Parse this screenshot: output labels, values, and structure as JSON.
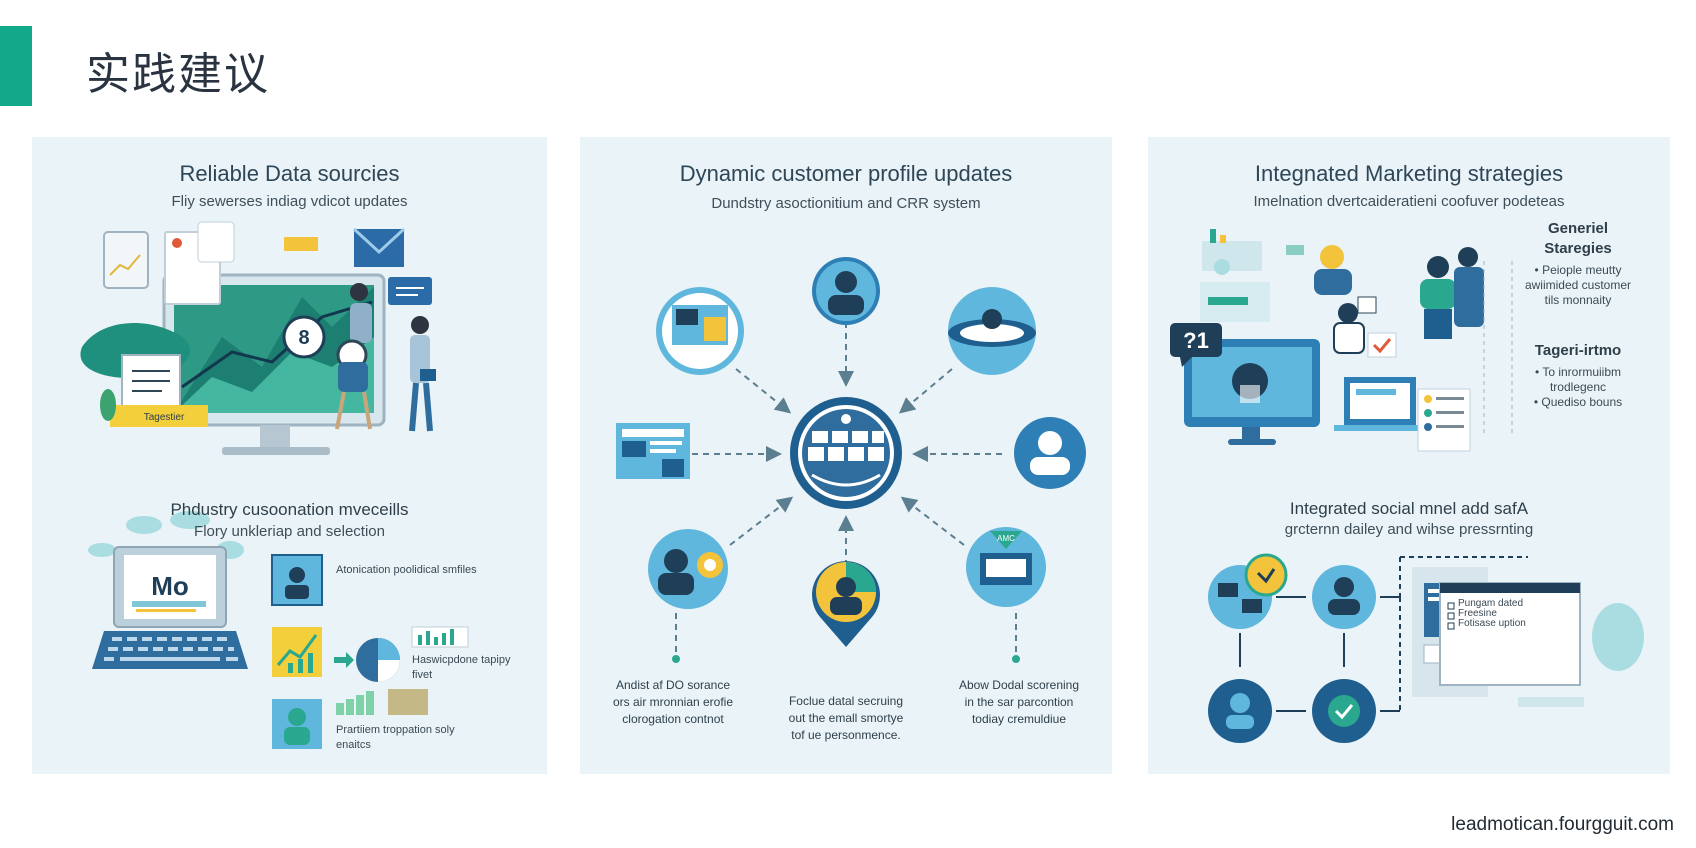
{
  "page": {
    "title": "实践建议",
    "footer": "leadmotican.fourgguit.com"
  },
  "panels": [
    {
      "title": "Reliable Data sourcies",
      "subtitle": "Fliy sewerses indiag vdicot updates",
      "badge": "Tagestier",
      "monitor_number": "8",
      "section_title": "Phdustry cusoonation mveceills",
      "section_sub": "Flory unkleriap and selection",
      "laptop_label": "Mo",
      "list": [
        {
          "label": "Atonication poolidical smfiles"
        },
        {
          "label": "Haswicpdone tapipy fivet"
        },
        {
          "label": "Prartiiem troppation soly enaitcs"
        }
      ]
    },
    {
      "title": "Dynamic customer profile updates",
      "subtitle": "Dundstry asoctionitium and CRR system",
      "node_tag": "AMC",
      "captions": [
        "Andist af DO sorance\nors air mronnian erofie\nclorogation contnot",
        "Foclue datal secruing\nout the emall smortye\ntof ue personmence.",
        "Abow Dodal scorening\nin the sar parcontion\ntodiay cremuldiue"
      ]
    },
    {
      "title": "Integnated Marketing strategies",
      "subtitle": "Imelnation dvertcaideratieni coofuver podeteas",
      "bubble": "?1",
      "general": {
        "heading": "Generiel\nStaregies",
        "items": [
          "Peiople meutty",
          "awiimided customer",
          "tils monnaity"
        ]
      },
      "tagent": {
        "heading": "Tageri-irtmo",
        "items": [
          "To inrormuiibm",
          "trodlegenc",
          "Quediso bouns"
        ]
      },
      "section_title": "Integrated social mnel add safA",
      "section_sub": "grcternn dailey and wihse pressrnting",
      "card_items": [
        "Pungam dated",
        "Freesine",
        "Fotisase uption"
      ]
    }
  ],
  "colors": {
    "accent": "#12a88a",
    "navy": "#1f5f8f",
    "light_blue": "#5fb7dd",
    "teal": "#2aa88f",
    "panel_bg": "#eaf3f7"
  }
}
